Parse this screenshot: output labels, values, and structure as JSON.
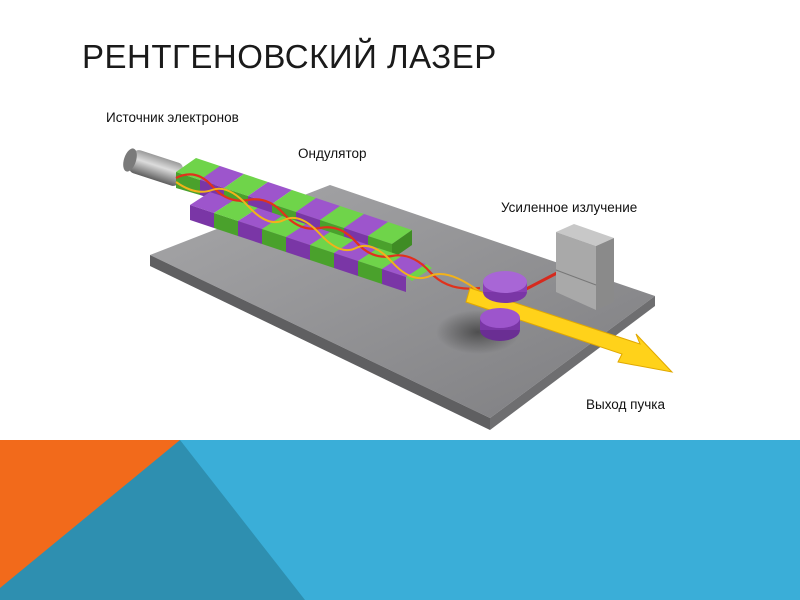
{
  "slide": {
    "title": "РЕНТГЕНОВСКИЙ ЛАЗЕР"
  },
  "diagram": {
    "labels": {
      "electron_source": "Источник электронов",
      "undulator": "Ондулятор",
      "amplified_radiation": "Усиленное излучение",
      "beam_output": "Выход пучка"
    },
    "colors": {
      "magnet_green": "#5bbf3a",
      "magnet_purple": "#8a3fb5",
      "base_plate": "#8e8e90",
      "beam_yellow": "#ffd21a",
      "laser_red": "#d62a1e"
    }
  },
  "band_colors": {
    "orange": "#f26a1b",
    "teal": "#2e8fb0",
    "blue": "#3aaed8"
  }
}
